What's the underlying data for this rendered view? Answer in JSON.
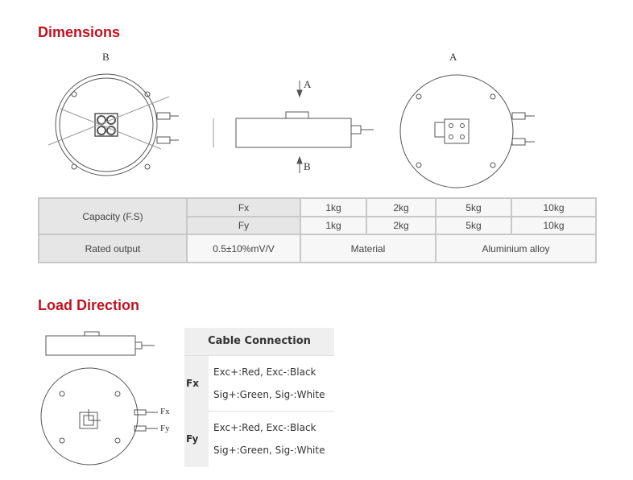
{
  "sections": {
    "dimensions": "Dimensions",
    "load_direction": "Load Direction"
  },
  "drawing_labels": {
    "view_b": "B",
    "view_a": "A",
    "arrow_a": "A",
    "arrow_b": "B",
    "fx": "Fx",
    "fy": "Fy"
  },
  "spec_table": {
    "capacity_label": "Capacity (F.S)",
    "rows": [
      {
        "axis": "Fx",
        "values": [
          "1kg",
          "2kg",
          "5kg",
          "10kg"
        ]
      },
      {
        "axis": "Fy",
        "values": [
          "1kg",
          "2kg",
          "5kg",
          "10kg"
        ]
      }
    ],
    "rated_output_label": "Rated output",
    "rated_output_value": "0.5±10%mV/V",
    "material_label": "Material",
    "material_value": "Aluminium alloy"
  },
  "cable_table": {
    "header": "Cable Connection",
    "groups": [
      {
        "axis": "Fx",
        "lines": [
          "Exc+:Red, Exc-:Black",
          "Sig+:Green, Sig-:White"
        ]
      },
      {
        "axis": "Fy",
        "lines": [
          "Exc+:Red, Exc-:Black",
          "Sig+:Green, Sig-:White"
        ]
      }
    ]
  }
}
